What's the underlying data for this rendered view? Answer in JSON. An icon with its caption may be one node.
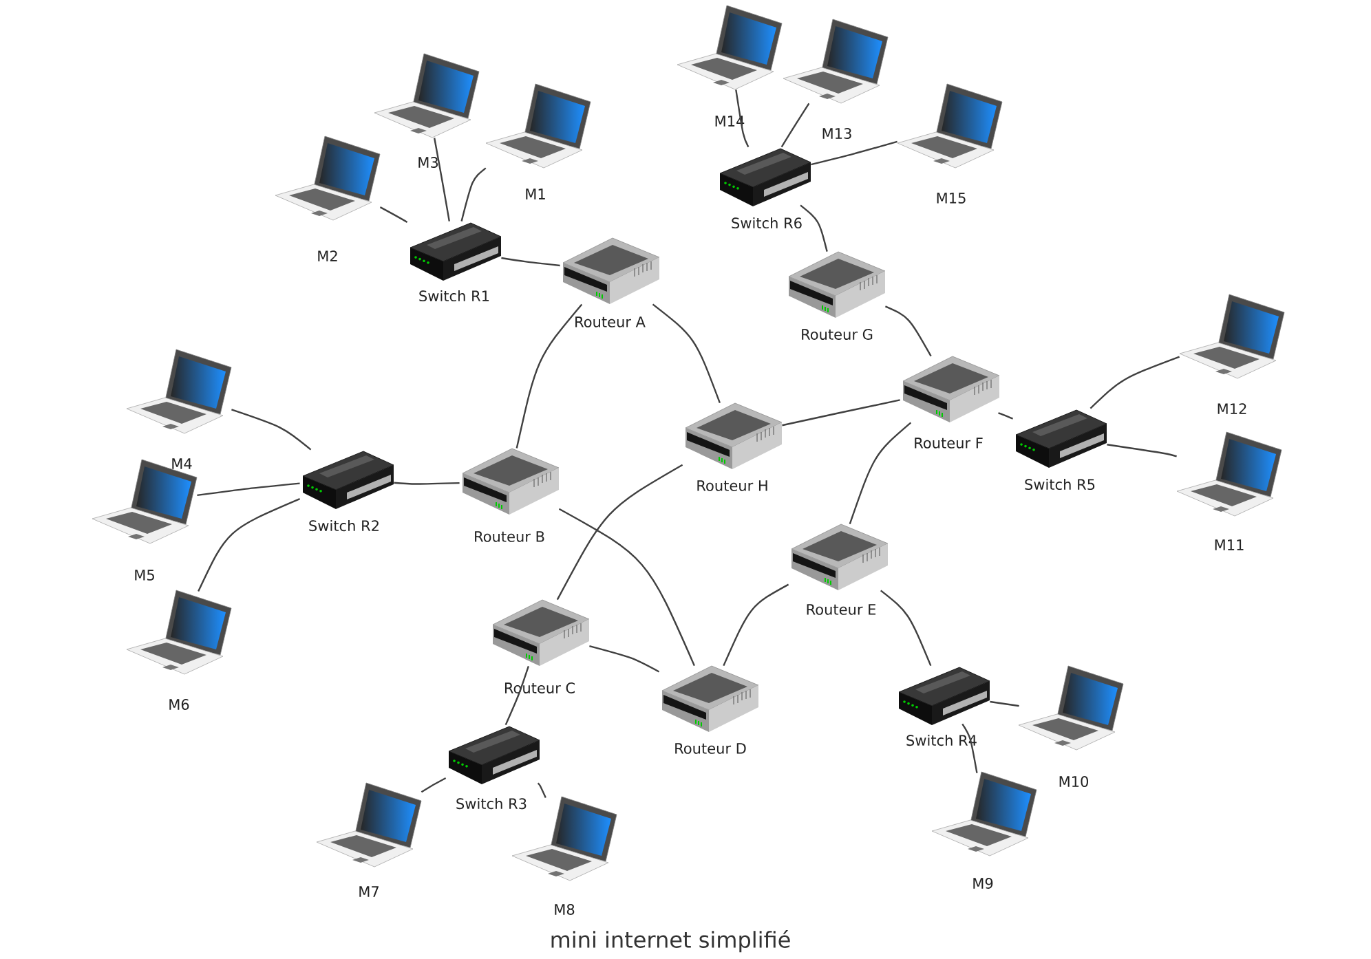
{
  "diagram": {
    "caption": "mini internet simplifié",
    "nodes": [
      {
        "text": [
          "M1"
        ]
      },
      {
        "text": [
          "M2"
        ]
      },
      {
        "text": [
          "M3"
        ]
      },
      {
        "text": [
          "M4"
        ]
      },
      {
        "text": [
          "M5"
        ]
      },
      {
        "text": [
          "M6"
        ]
      },
      {
        "text": [
          "M7"
        ]
      },
      {
        "text": [
          "M8"
        ]
      },
      {
        "text": [
          "M9"
        ]
      },
      {
        "text": [
          "M10"
        ]
      },
      {
        "text": [
          "M11"
        ]
      },
      {
        "text": [
          "M12"
        ]
      },
      {
        "text": [
          "M13"
        ]
      },
      {
        "text": [
          "M14"
        ]
      },
      {
        "text": [
          "M15"
        ]
      },
      {
        "text": [
          "Switch R1"
        ]
      },
      {
        "text": [
          "Switch R2"
        ]
      },
      {
        "text": [
          "Switch R3"
        ]
      },
      {
        "text": [
          "Switch R4"
        ]
      },
      {
        "text": [
          "Switch R5"
        ]
      },
      {
        "text": [
          "Switch R6"
        ]
      },
      {
        "text": [
          "Routeur A"
        ]
      },
      {
        "text": [
          "Routeur B"
        ]
      },
      {
        "text": [
          "Routeur C"
        ]
      },
      {
        "text": [
          "Routeur D"
        ]
      },
      {
        "text": [
          "Routeur E"
        ]
      },
      {
        "text": [
          "Routeur F"
        ]
      },
      {
        "text": [
          "Routeur G"
        ]
      },
      {
        "text": [
          "Routeur H"
        ]
      }
    ],
    "edges": [
      {
        "from": 15,
        "to": 1,
        "arrow": "none"
      },
      {
        "from": 15,
        "to": 2,
        "arrow": "none"
      },
      {
        "from": 15,
        "to": 0,
        "arrow": "none"
      },
      {
        "from": 15,
        "to": 21,
        "arrow": "none"
      },
      {
        "from": 21,
        "to": 22,
        "arrow": "none"
      },
      {
        "from": 21,
        "to": 28,
        "arrow": "none"
      },
      {
        "from": 16,
        "to": 3,
        "arrow": "none"
      },
      {
        "from": 16,
        "to": 4,
        "arrow": "none"
      },
      {
        "from": 16,
        "to": 5,
        "arrow": "none"
      },
      {
        "from": 16,
        "to": 22,
        "arrow": "none"
      },
      {
        "from": 22,
        "to": 24,
        "arrow": "none"
      },
      {
        "from": 28,
        "to": 23,
        "arrow": "none"
      },
      {
        "from": 28,
        "to": 26,
        "arrow": "none"
      },
      {
        "from": 20,
        "to": 27,
        "arrow": "none"
      },
      {
        "from": 27,
        "to": 26,
        "arrow": "none"
      },
      {
        "from": 20,
        "to": 13,
        "arrow": "none"
      },
      {
        "from": 20,
        "to": 12,
        "arrow": "none"
      },
      {
        "from": 20,
        "to": 14,
        "arrow": "none"
      },
      {
        "from": 26,
        "to": 19,
        "arrow": "none"
      },
      {
        "from": 26,
        "to": 25,
        "arrow": "none"
      },
      {
        "from": 19,
        "to": 11,
        "arrow": "none"
      },
      {
        "from": 19,
        "to": 10,
        "arrow": "none"
      },
      {
        "from": 25,
        "to": 24,
        "arrow": "none"
      },
      {
        "from": 25,
        "to": 18,
        "arrow": "none"
      },
      {
        "from": 18,
        "to": 9,
        "arrow": "none"
      },
      {
        "from": 18,
        "to": 8,
        "arrow": "none"
      },
      {
        "from": 23,
        "to": 24,
        "arrow": "none"
      },
      {
        "from": 23,
        "to": 17,
        "arrow": "none"
      },
      {
        "from": 17,
        "to": 6,
        "arrow": "none"
      },
      {
        "from": 17,
        "to": 7,
        "arrow": "none"
      }
    ]
  }
}
